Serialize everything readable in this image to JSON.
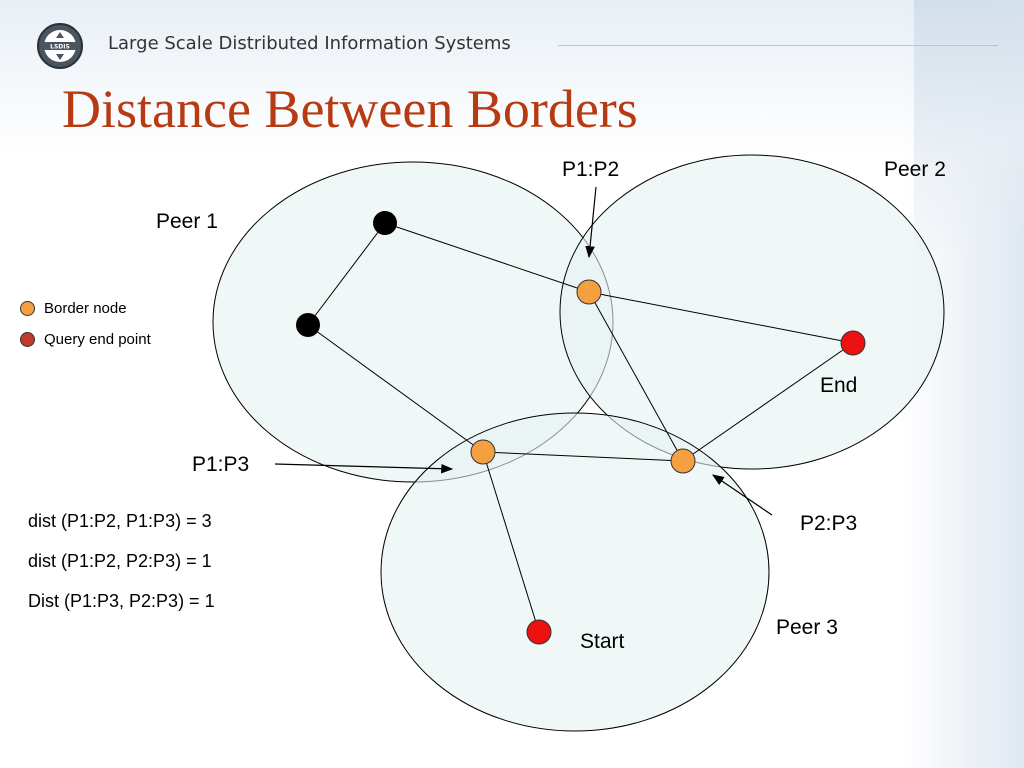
{
  "header": {
    "title": "Large Scale Distributed Information Systems",
    "logo_icon": "compass-arrows-logo-icon",
    "logo_text": "LSDIS"
  },
  "slide": {
    "title": "Distance Between Borders"
  },
  "peers": {
    "peer1": "Peer 1",
    "peer2": "Peer 2",
    "peer3": "Peer 3"
  },
  "nodes": {
    "p1p2": "P1:P2",
    "p1p3": "P1:P3",
    "p2p3": "P2:P3",
    "end": "End",
    "start": "Start"
  },
  "legend": [
    {
      "label": "Border node",
      "color": "#f5a040"
    },
    {
      "label": "Query end point",
      "color": "#c0392b"
    }
  ],
  "distances": [
    "dist (P1:P2, P1:P3) = 3",
    "dist (P1:P2, P2:P3) = 1",
    "Dist (P1:P3, P2:P3) = 1"
  ],
  "colors": {
    "title": "#b83a12",
    "border_node": "#f5a040",
    "end_point": "#ee1111",
    "internal_node": "#000000",
    "peer_fill": "#e6f2f2"
  }
}
